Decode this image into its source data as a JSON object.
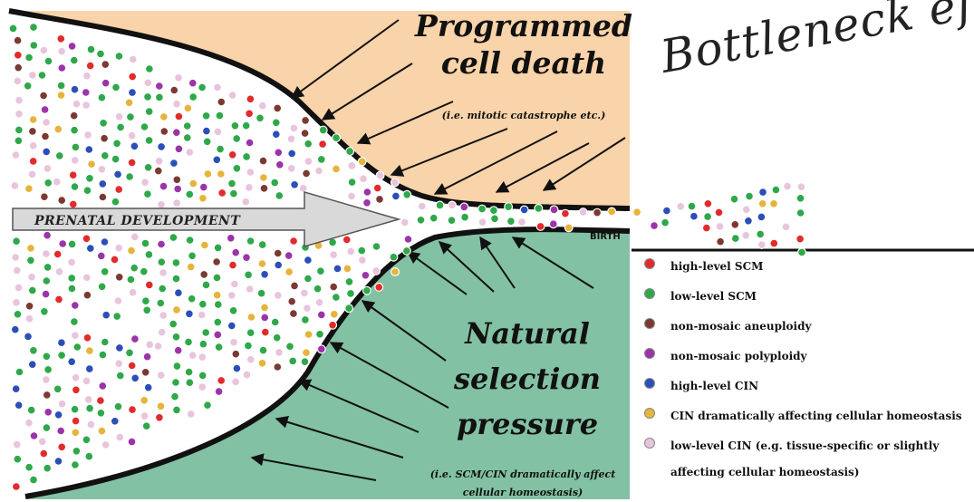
{
  "title": "Bottleneck effect",
  "top_label": {
    "line1": "Programmed",
    "line2": "cell death",
    "note": "(i.e. mitotic catastrophe etc.)"
  },
  "bottom_label": {
    "line1": "Natural",
    "line2": "selection",
    "line3": "pressure",
    "note_line1": "(i.e. SCM/CIN dramatically affect",
    "note_line2": "cellular homeostasis)"
  },
  "arrow_label": "PRENATAL DEVELOPMENT",
  "birth_label": "BIRTH",
  "colors": {
    "top_region": "#f9d3a9",
    "bottom_region": "#82c1a3",
    "high_scm": "#e22b2b",
    "low_scm": "#2fa84a",
    "aneuploidy": "#7a3a32",
    "polyploidy": "#9b34a8",
    "high_cin": "#2a4fb8",
    "cin_homeostasis": "#e6b43a",
    "low_cin": "#e9c4dd"
  },
  "legend": [
    {
      "icon": "red-dot",
      "color_key": "high_scm",
      "text": "high-level SCM"
    },
    {
      "icon": "green-dot",
      "color_key": "low_scm",
      "text": "low-level SCM"
    },
    {
      "icon": "brown-dot",
      "color_key": "aneuploidy",
      "text": "non-mosaic aneuploidy"
    },
    {
      "icon": "purple-dot",
      "color_key": "polyploidy",
      "text": "non-mosaic polyploidy"
    },
    {
      "icon": "blue-dot",
      "color_key": "high_cin",
      "text": "high-level CIN"
    },
    {
      "icon": "yellow-dot",
      "color_key": "cin_homeostasis",
      "text": "CIN dramatically affecting cellular homeostasis"
    },
    {
      "icon": "pink-dot",
      "color_key": "low_cin",
      "text": "low-level CIN (e.g. tissue-specific or slightly affecting cellular homeostasis)"
    }
  ]
}
